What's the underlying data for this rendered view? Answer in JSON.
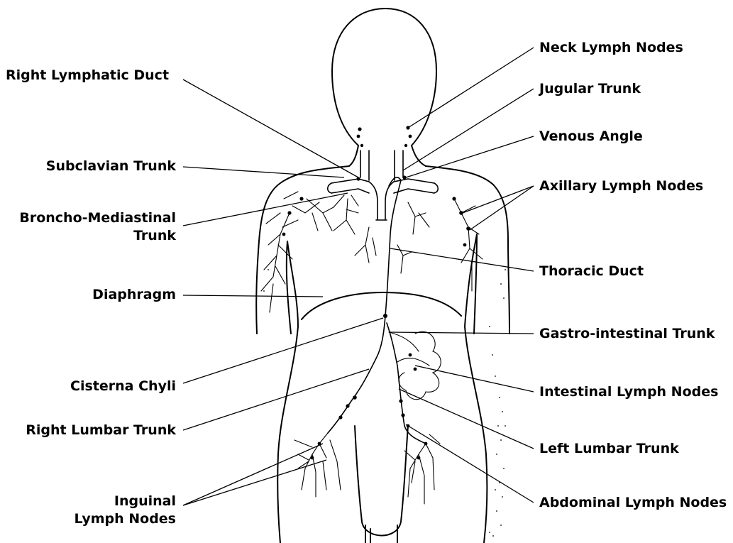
{
  "labels": {
    "right_lymphatic_duct": "Right Lymphatic Duct",
    "subclavian_trunk": "Subclavian Trunk",
    "broncho_mediastinal_1": "Broncho-Mediastinal",
    "broncho_mediastinal_2": "Trunk",
    "diaphragm": "Diaphragm",
    "cisterna_chyli": "Cisterna Chyli",
    "right_lumbar_trunk": "Right Lumbar Trunk",
    "inguinal_1": "Inguinal",
    "inguinal_2": "Lymph Nodes",
    "neck_lymph_nodes": "Neck Lymph Nodes",
    "jugular_trunk": "Jugular Trunk",
    "venous_angle": "Venous Angle",
    "axillary_lymph_nodes": "Axillary Lymph Nodes",
    "thoracic_duct": "Thoracic Duct",
    "gastro_intestinal_trunk": "Gastro-intestinal Trunk",
    "intestinal_lymph_nodes": "Intestinal Lymph Nodes",
    "left_lumbar_trunk": "Left Lumbar Trunk",
    "abdominal_lymph_nodes": "Abdominal Lymph Nodes"
  }
}
